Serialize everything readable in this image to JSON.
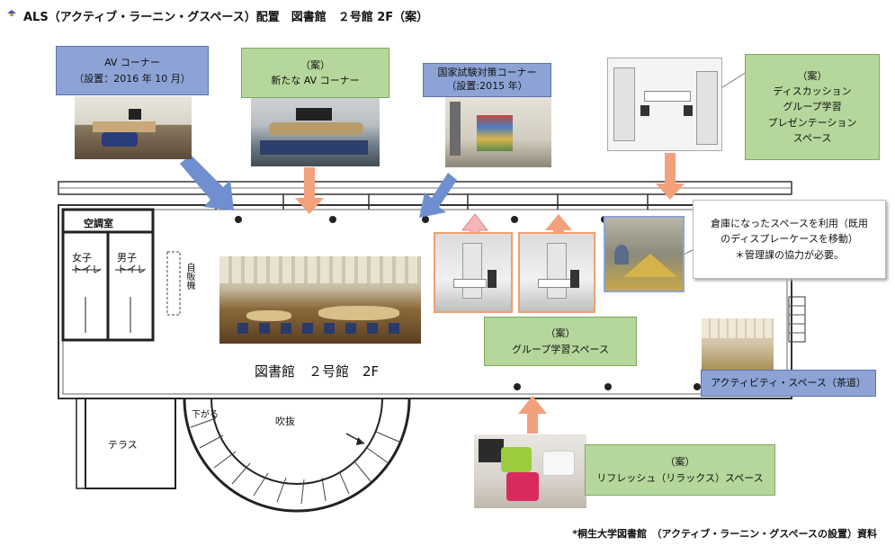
{
  "title": "ALS（アクティブ・ラーニン・グスペース）配置　図書館　２号館 2F（案）",
  "callouts": {
    "av_corner": {
      "line1": "AV コーナー",
      "line2": "（設置：2016 年 10 月）"
    },
    "new_av": {
      "line1": "（案）",
      "line2": "新たな AV コーナー"
    },
    "national_exam": {
      "line1": "国家試験対策コーナー",
      "line2": "（設置:2015 年）"
    },
    "discussion": {
      "line1": "（案）",
      "line2": "ディスカッション",
      "line3": "グループ学習",
      "line4": "プレゼンテーション",
      "line5": "スペース"
    },
    "warehouse": {
      "line1": "倉庫になったスペースを利用（既用",
      "line2": "のディスプレーケースを移動）",
      "line3": "＊管理課の協力が必要。"
    },
    "group_study": {
      "line1": "（案）",
      "line2": "グループ学習スペース"
    },
    "activity_space": {
      "line1": "アクティビティ・スペース（茶道）"
    },
    "refresh": {
      "line1": "（案）",
      "line2": "リフレッシュ（リラックス）スペース"
    }
  },
  "floor_labels": {
    "air_room": "空調室",
    "women_toilet_1": "女子",
    "women_toilet_2": "トイレ",
    "men_toilet_1": "男子",
    "men_toilet_2": "トイレ",
    "vending": "自販機",
    "floor_name": "図書館　２号館　2F",
    "down": "下がる",
    "atrium": "吹抜",
    "terrace": "テラス"
  },
  "footer": "*桐生大学図書館　（アクティブ・ラーニン・グスペースの設置）資料",
  "colors": {
    "blue_box": "#8da3d6",
    "green_box": "#b6d79b",
    "blue_arrow": "#6f8fd0",
    "orange_arrow": "#f2a17c",
    "pink_arrow": "#f4b6b6"
  }
}
